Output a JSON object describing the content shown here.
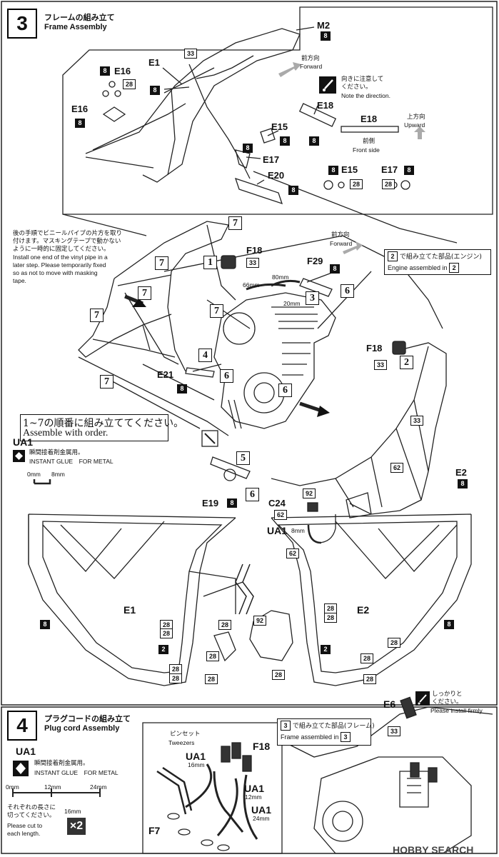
{
  "step3": {
    "number": "3",
    "title_jp": "フレームの組み立て",
    "title_en": "Frame Assembly",
    "labels": {
      "m2": "M2",
      "e1": "E1",
      "e16a": "E16",
      "e16b": "E16",
      "e18": "E18",
      "e18_detail": "E18",
      "e15": "E15",
      "e15_detail": "E15",
      "e17": "E17",
      "e17_detail": "E17",
      "e20": "E20",
      "f18": "F18",
      "f29": "F29",
      "e21": "E21",
      "e19": "E19",
      "c24": "C24",
      "e2": "E2",
      "e1_side": "E1",
      "e2_side": "E2"
    },
    "forward_jp": "前方向",
    "forward_en": "Forward",
    "forward2_jp": "前方向",
    "forward2_en": "Forward",
    "upward_jp": "上方向",
    "upward_en": "Upward",
    "front_side_jp": "前側",
    "front_side_en": "Front side",
    "note_direction_jp_1": "向きに注意して",
    "note_direction_jp_2": "ください。",
    "note_direction_en": "Note the direction.",
    "vinyl_note_jp": [
      "後の手順でビニールパイプの片方を取り",
      "付けます。マスキングテープで動かない",
      "ように一時的に固定してください。"
    ],
    "vinyl_note_en": [
      "Install one end of the vinyl pipe in a",
      "later step. Please temporarily fixed",
      "so as not to move with masking",
      "tape."
    ],
    "engine_jp": "で組み立てた部品(エンジン)",
    "engine_en": "Engine assembled in",
    "engine_step": "2",
    "order_jp": "1~7の順番に組み立ててください。",
    "order_en": "Assemble with order.",
    "glue_code": "UA1",
    "glue_jp": "瞬間接着剤金属用。",
    "glue_en": "INSTANT GLUE　FOR METAL",
    "scale_0": "0mm",
    "scale_8": "8mm",
    "pipe_66": "66mm",
    "pipe_80": "80mm",
    "pipe_20": "20mm",
    "ua1_8mm_code": "UA1",
    "ua1_8mm_len": "8mm",
    "order_nums": [
      "1",
      "2",
      "3",
      "4",
      "5",
      "6",
      "6",
      "6",
      "7",
      "7",
      "7",
      "7",
      "7",
      "7"
    ],
    "counts": {
      "c8": "8",
      "c28": "28",
      "c33": "33",
      "c62": "62",
      "c92": "92",
      "c2": "2"
    }
  },
  "step4": {
    "number": "4",
    "title_jp": "プラグコードの組み立て",
    "title_en": "Plug cord Assembly",
    "glue_code": "UA1",
    "glue_jp": "瞬間接着剤金属用。",
    "glue_en": "INSTANT GLUE　FOR METAL",
    "scale_0": "0mm",
    "scale_12": "12mm",
    "scale_24": "24mm",
    "scale_16": "16mm",
    "cut_jp": [
      "それぞれの長さに",
      "切ってください。"
    ],
    "cut_en": [
      "Please cut to",
      "each length."
    ],
    "multiplier": "×2",
    "tweezers_jp": "ピンセット",
    "tweezers_en": "Tweezers",
    "ua1_16_code": "UA1",
    "ua1_16_len": "16mm",
    "ua1_12_code": "UA1",
    "ua1_12_len": "12mm",
    "ua1_24_code": "UA1",
    "ua1_24_len": "24mm",
    "f18": "F18",
    "f7": "F7",
    "e6": "E6",
    "frame_jp": "で組み立てた部品(フレーム)",
    "frame_en": "Frame assembled in",
    "frame_step": "3",
    "install_jp_1": "しっかりと",
    "install_jp_2": "ください。",
    "install_en": "Please install firmly"
  },
  "watermark": "HOBBY SEARCH"
}
